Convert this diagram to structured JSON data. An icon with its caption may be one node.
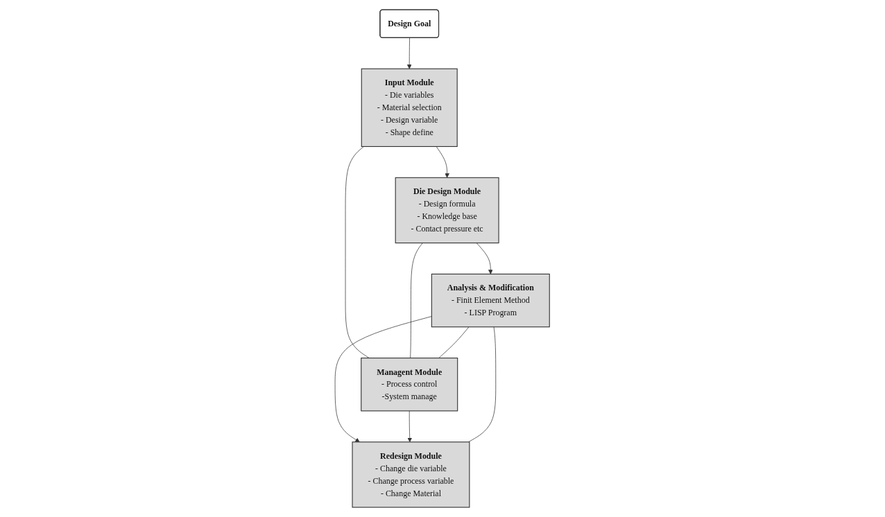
{
  "diagram": {
    "nodes": [
      {
        "text": [
          "Design Goal"
        ]
      },
      {
        "text": [
          "Input Module",
          "- Die variables",
          "- Material selection",
          "- Design variable",
          "- Shape define"
        ]
      },
      {
        "text": [
          "Die Design Module",
          "- Design formula",
          "- Knowledge base",
          "- Contact pressure etc"
        ]
      },
      {
        "text": [
          "Analysis & Modification",
          "- Finit Element Method",
          "- LISP Program"
        ]
      },
      {
        "text": [
          "Managent Module",
          "- Process control",
          "-System manage"
        ]
      },
      {
        "text": [
          "Redesign Module",
          "- Change die variable",
          "- Change process variable",
          "- Change Material"
        ]
      }
    ],
    "edges": [
      {
        "from": 0,
        "to": 1,
        "arrow": "to"
      },
      {
        "from": 1,
        "to": 2,
        "arrow": "to"
      },
      {
        "from": 2,
        "to": 3,
        "arrow": "to"
      },
      {
        "from": 1,
        "to": 4,
        "arrow": "none"
      },
      {
        "from": 2,
        "to": 4,
        "arrow": "none"
      },
      {
        "from": 3,
        "to": 4,
        "arrow": "none"
      },
      {
        "from": 3,
        "to": 5,
        "arrow": "to"
      },
      {
        "from": 5,
        "to": 3,
        "arrow": "none"
      },
      {
        "from": 4,
        "to": 5,
        "arrow": "to"
      }
    ]
  }
}
